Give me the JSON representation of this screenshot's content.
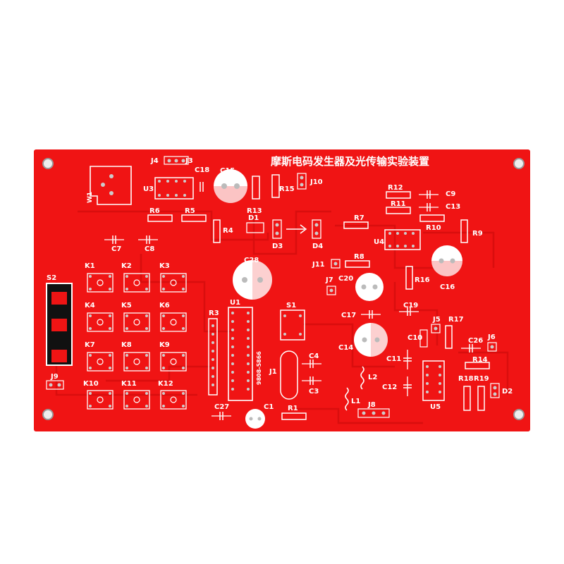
{
  "board": {
    "title": "摩斯电码发生器及光传输实验装置",
    "colors": {
      "board": "#f01414",
      "silk": "#ffffff",
      "pad": "#c8c8c8",
      "trace": "#d40d0d",
      "background": "#ffffff"
    }
  },
  "keys": [
    "K1",
    "K2",
    "K3",
    "K4",
    "K5",
    "K6",
    "K7",
    "K8",
    "K9",
    "K10",
    "K11",
    "K12"
  ],
  "labels": {
    "J4": "J4",
    "J3": "J3",
    "C18": "C18",
    "C15": "C15",
    "U3": "U3",
    "W1": "W1",
    "R15": "R15",
    "J10": "J10",
    "R6": "R6",
    "R5": "R5",
    "R13": "R13",
    "R4": "R4",
    "D1": "D1",
    "D3": "D3",
    "D4": "D4",
    "C7": "C7",
    "C8": "C8",
    "R12": "R12",
    "C9": "C9",
    "R11": "R11",
    "C13": "C13",
    "R7": "R7",
    "R10": "R10",
    "R9": "R9",
    "U4": "U4",
    "C28": "C28",
    "J11": "J11",
    "R8": "R8",
    "C20": "C20",
    "J7": "J7",
    "R16": "R16",
    "C16": "C16",
    "S2": "S2",
    "R3": "R3",
    "U1": "U1",
    "S1": "S1",
    "C17": "C17",
    "C19": "C19",
    "J5": "J5",
    "R17": "R17",
    "C10": "C10",
    "C14": "C14",
    "C26": "C26",
    "J6": "J6",
    "C4": "C4",
    "J1": "J1",
    "C11": "C11",
    "R14": "R14",
    "L2": "L2",
    "C12": "C12",
    "R18": "R18",
    "R19": "R19",
    "D2": "D2",
    "C3": "C3",
    "U5": "U5",
    "L1": "L1",
    "J8": "J8",
    "J9": "J9",
    "C27": "C27",
    "C1": "C1",
    "R1": "R1",
    "chip": "9808-5866"
  }
}
